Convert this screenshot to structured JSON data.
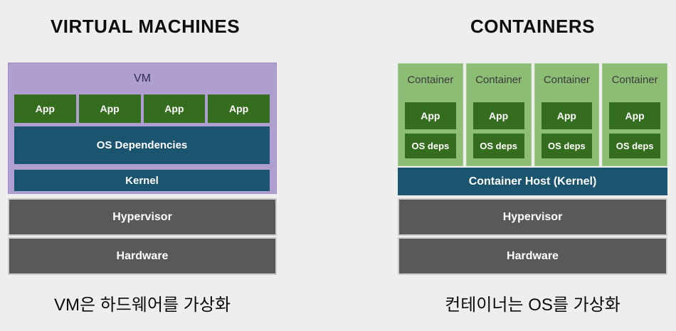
{
  "colors": {
    "background": "#eeeeee",
    "vm_purple": "#ae9fd0",
    "app_dark_green": "#346d1e",
    "container_light_green": "#8cbd74",
    "os_teal": "#1a546f",
    "infra_gray": "#595959",
    "title_text": "#0d0d0d",
    "vm_label_text": "#2d2a55",
    "container_label_text": "#3b3b3b"
  },
  "left": {
    "title": "VIRTUAL MACHINES",
    "vm_label": "VM",
    "apps": [
      "App",
      "App",
      "App",
      "App"
    ],
    "os_dependencies_label": "OS Dependencies",
    "kernel_label": "Kernel",
    "hypervisor_label": "Hypervisor",
    "hardware_label": "Hardware",
    "caption": "VM은 하드웨어를 가상화"
  },
  "right": {
    "title": "CONTAINERS",
    "containers": [
      {
        "label": "Container",
        "app": "App",
        "os_deps": "OS deps"
      },
      {
        "label": "Container",
        "app": "App",
        "os_deps": "OS deps"
      },
      {
        "label": "Container",
        "app": "App",
        "os_deps": "OS deps"
      },
      {
        "label": "Container",
        "app": "App",
        "os_deps": "OS deps"
      }
    ],
    "container_host_label": "Container Host (Kernel)",
    "hypervisor_label": "Hypervisor",
    "hardware_label": "Hardware",
    "caption": "컨테이너는 OS를 가상화"
  }
}
